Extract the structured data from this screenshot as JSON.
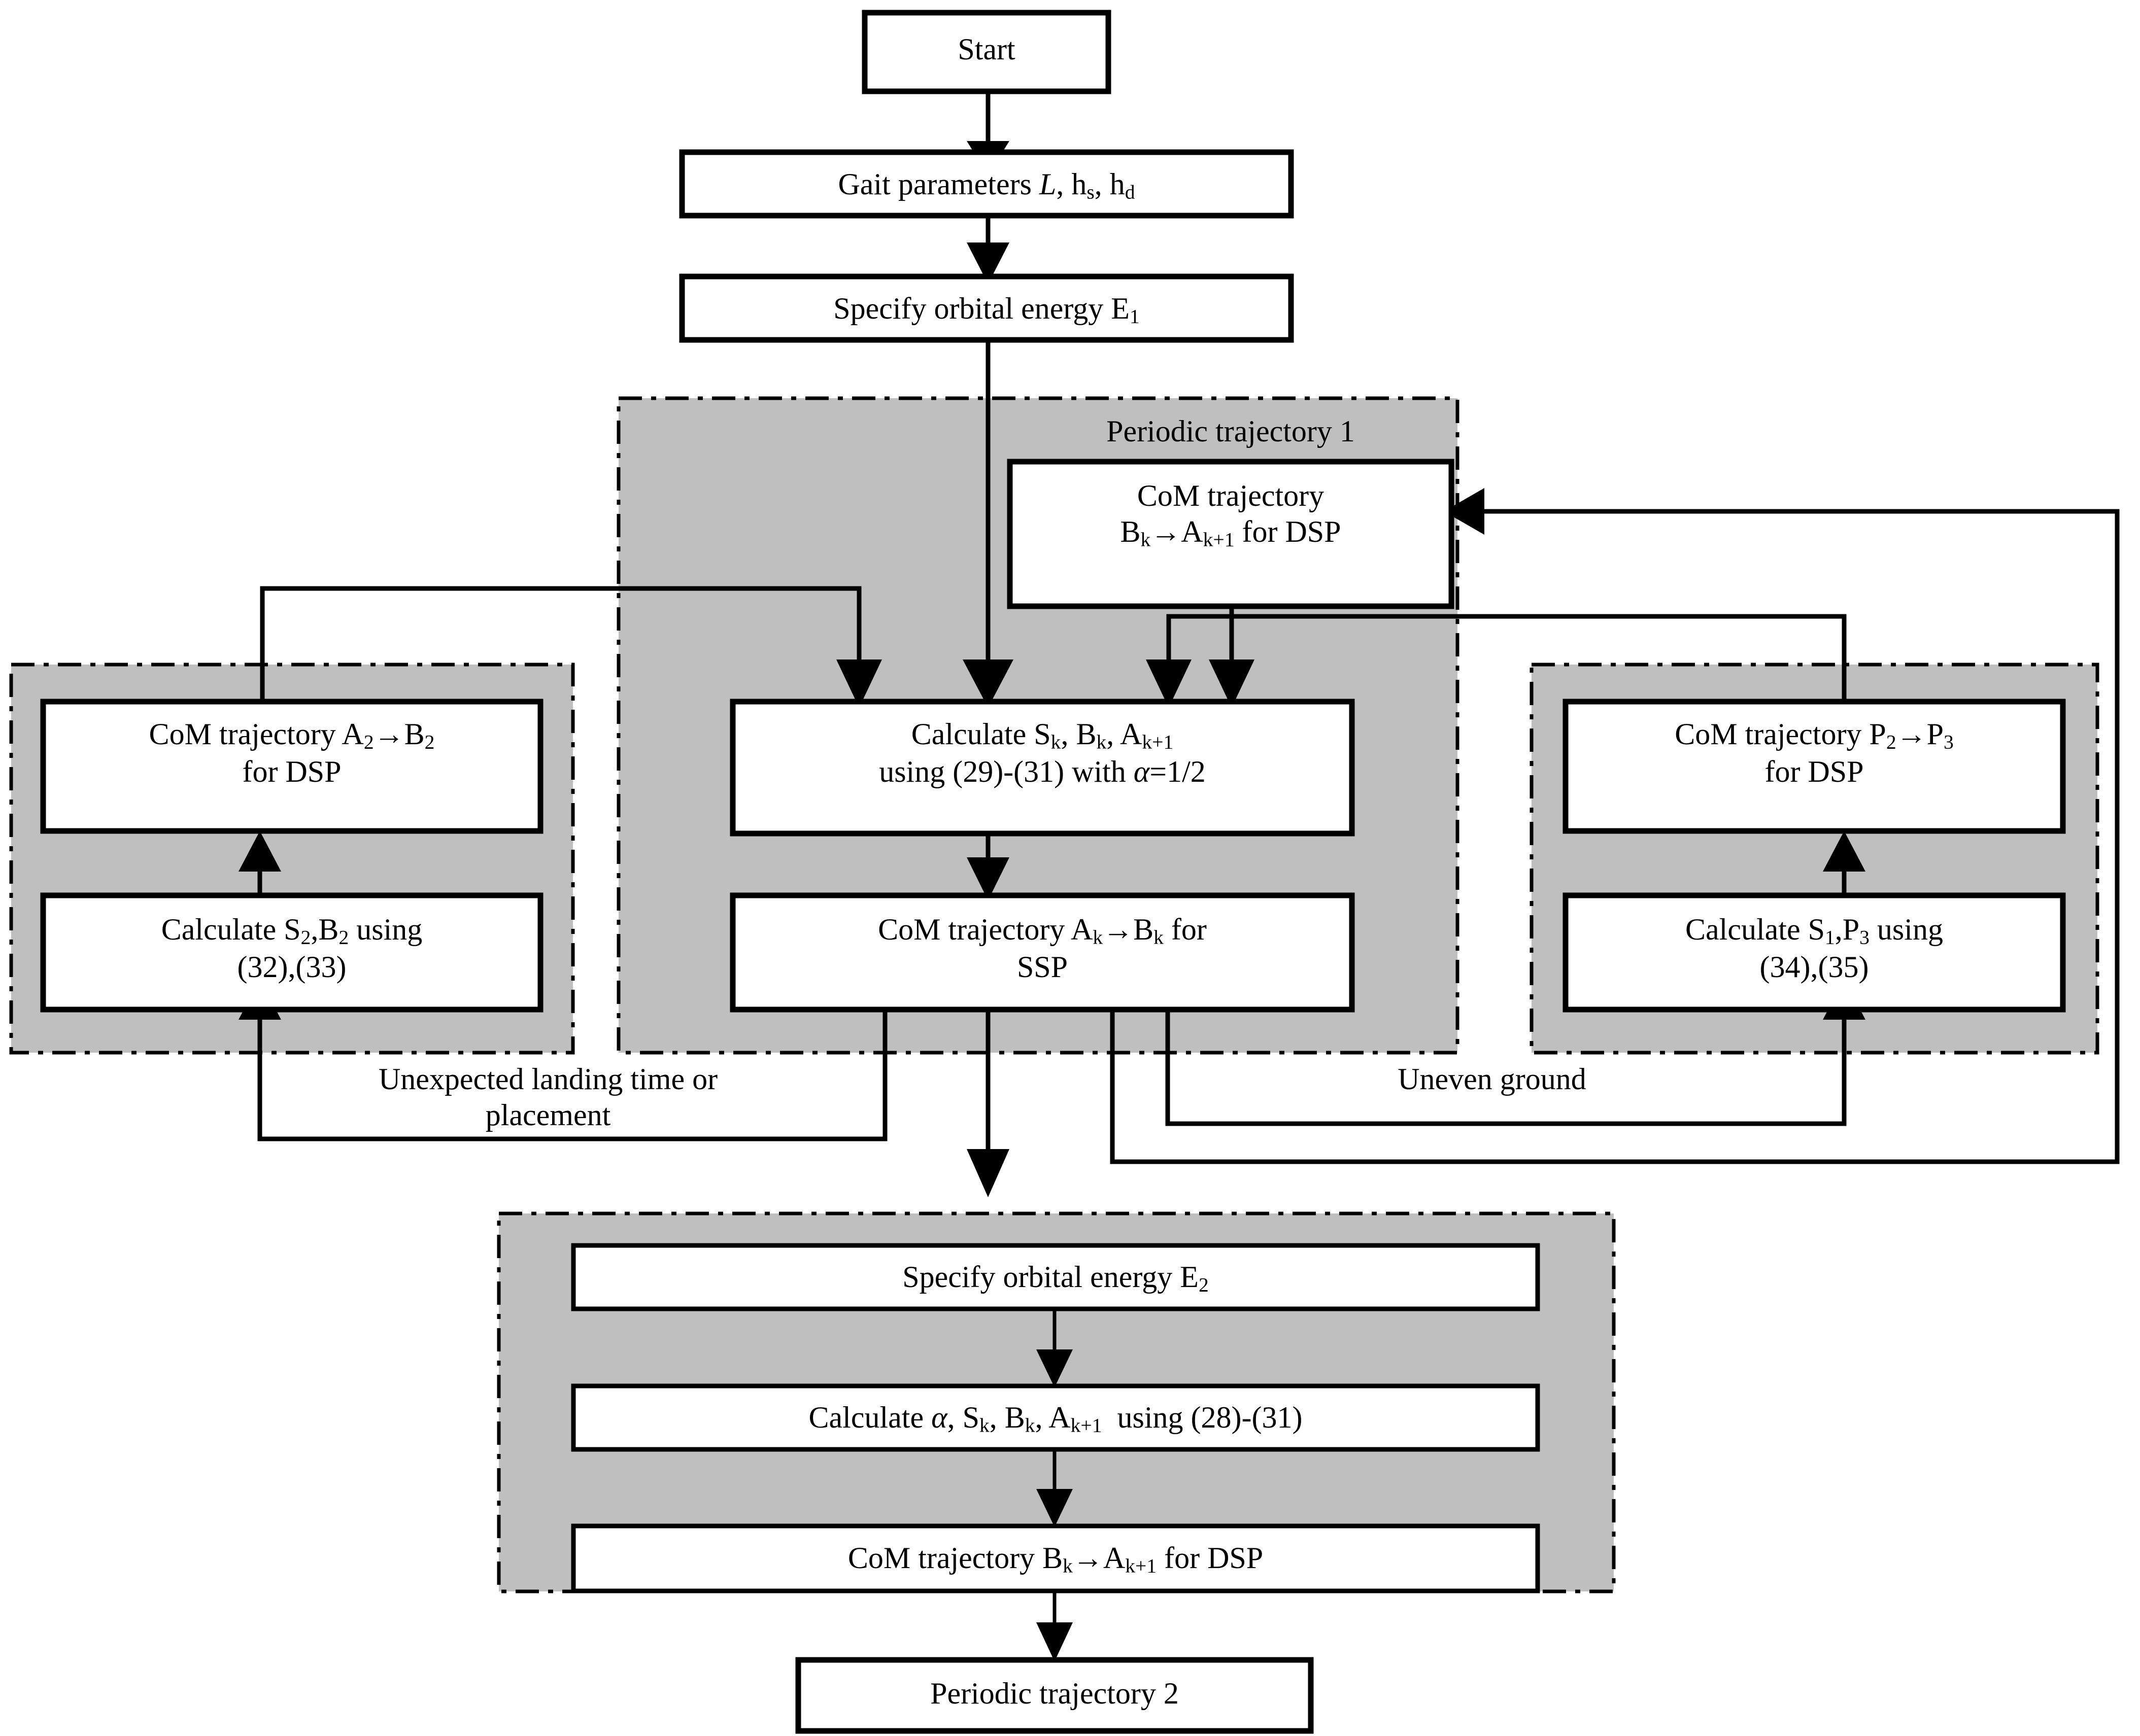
{
  "diagram": {
    "title": "Gait trajectory generation flowchart",
    "colors": {
      "band_fill": "#BFBFBF",
      "box_fill": "#FFFFFF",
      "stroke": "#000000"
    },
    "nodes": {
      "start": "Start",
      "gait_params": "Gait parameters L, hs, hd",
      "specify_e1": "Specify orbital energy E1",
      "com_bk_ak1_dsp_top": "CoM trajectory\nBk→Ak+1 for DSP",
      "calc_sk_bk_ak1": "Calculate Sk, Bk, Ak+1\nusing (29)-(31) with α=1/2",
      "com_ak_bk_ssp": "CoM trajectory Ak→Bk for\nSSP",
      "com_a2_b2_dsp": "CoM trajectory A2→B2\nfor DSP",
      "calc_s2_b2": "Calculate S2,B2 using\n(32),(33)",
      "com_p2_p3_dsp": "CoM trajectory P2→P3\nfor DSP",
      "calc_s1_p3": "Calculate S1,P3 using\n(34),(35)",
      "specify_e2": "Specify orbital energy E2",
      "calc_alpha": "Calculate α, Sk, Bk, Ak+1  using (28)-(31)",
      "com_bk_ak1_dsp_bottom": "CoM trajectory Bk→Ak+1 for DSP",
      "periodic_traj_2": "Periodic trajectory 2"
    },
    "group_labels": {
      "periodic_trajectory_1": "Periodic trajectory 1"
    },
    "edge_labels": {
      "unexpected": "Unexpected landing time or\nplacement",
      "uneven": "Uneven ground"
    }
  }
}
